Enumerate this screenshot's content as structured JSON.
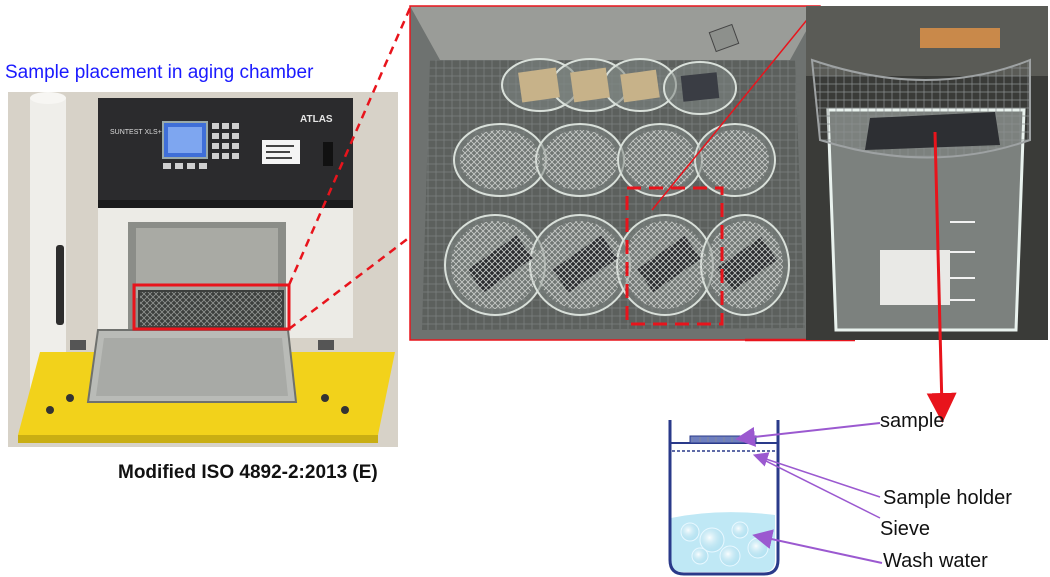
{
  "labels": {
    "title": "Sample placement in aging chamber",
    "caption": "Modified ISO 4892-2:2013 (E)",
    "sample": "sample",
    "sample_holder": "Sample holder",
    "sieve": "Sieve",
    "wash_water": "Wash water"
  },
  "machine": {
    "brand": "ATLAS",
    "model": "SUNTEST XLS+"
  },
  "colors": {
    "title": "#1a1aff",
    "highlight": "#e8141c",
    "pointer_purple": "#9b59d0",
    "machine_yellow": "#f2d21b",
    "water": "#bfe8f5"
  }
}
